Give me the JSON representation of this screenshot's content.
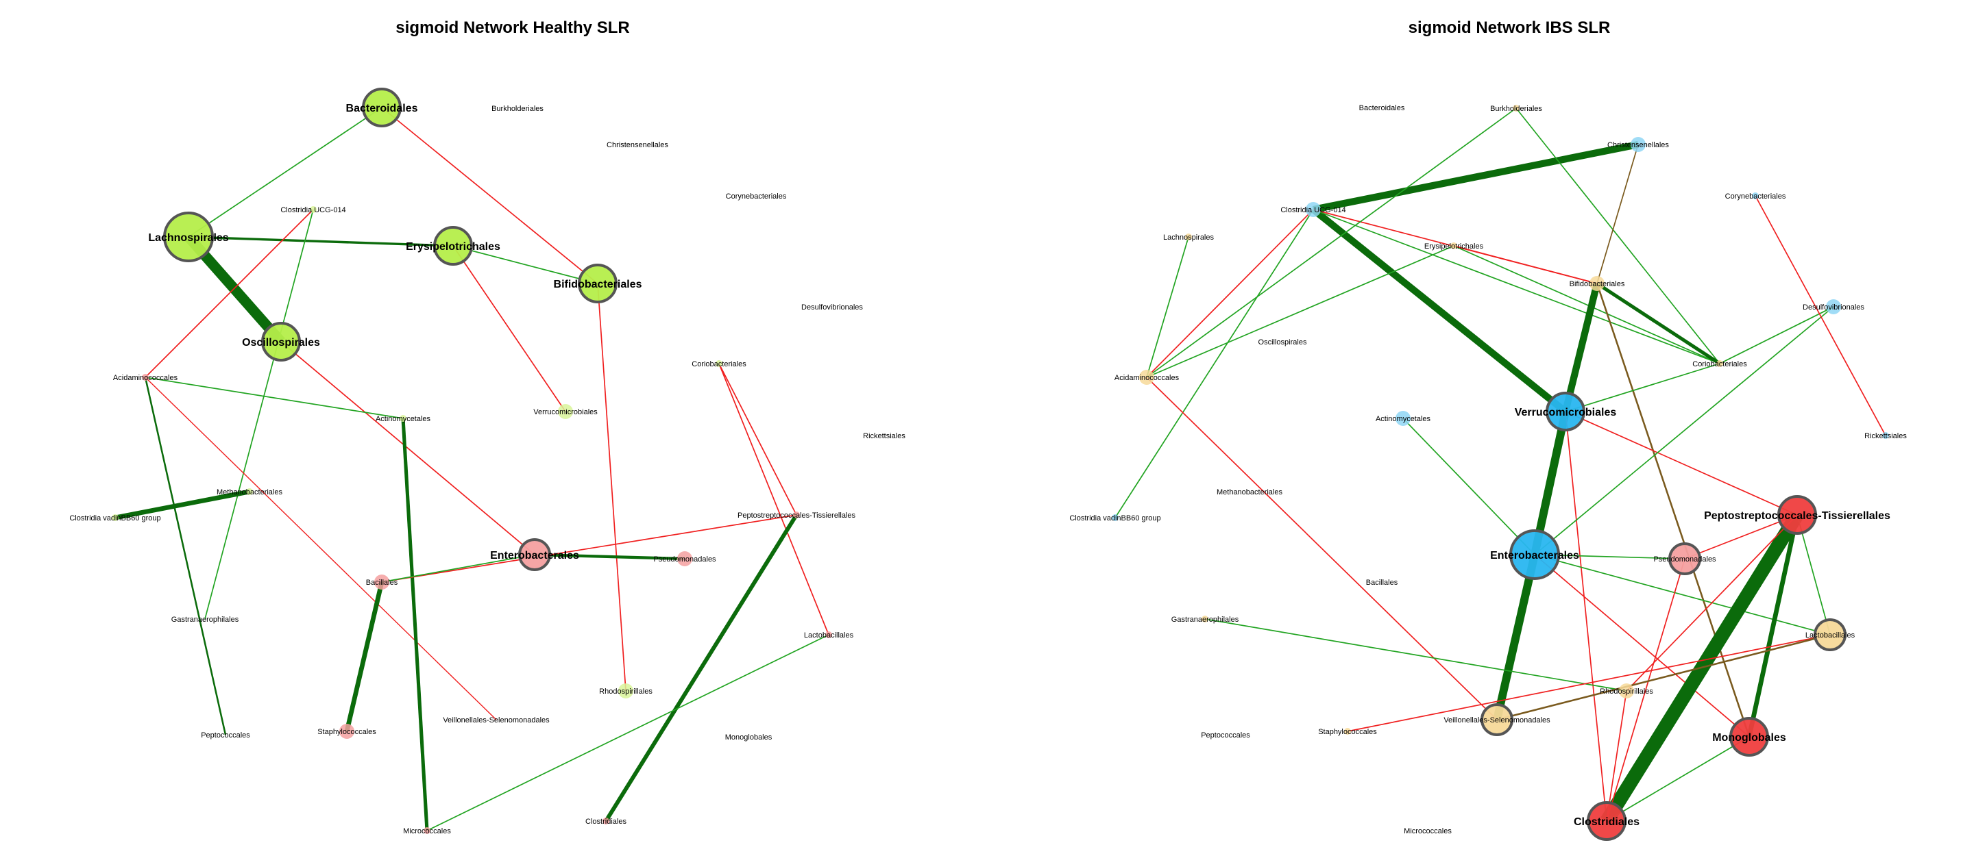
{
  "networks": [
    {
      "id": "healthy",
      "title": "sigmoid Network Healthy SLR",
      "nodes": [
        {
          "id": "Bacteroidales",
          "label": "Bacteroidales",
          "size": "big",
          "color": "#b5ee4a"
        },
        {
          "id": "Burkholderiales",
          "label": "Burkholderiales",
          "size": "none",
          "color": "#c8f07a"
        },
        {
          "id": "Christensenellales",
          "label": "Christensenellales",
          "size": "none",
          "color": "#c8f07a"
        },
        {
          "id": "ClostridiaUCG014",
          "label": "Clostridia UCG-014",
          "size": "tiny",
          "color": "#d9f59a"
        },
        {
          "id": "Corynebacteriales",
          "label": "Corynebacteriales",
          "size": "none",
          "color": "#f4a0a0"
        },
        {
          "id": "Lachnospirales",
          "label": "Lachnospirales",
          "size": "huge",
          "color": "#b5ee4a"
        },
        {
          "id": "Erysipelotrichales",
          "label": "Erysipelotrichales",
          "size": "big",
          "color": "#b5ee4a"
        },
        {
          "id": "Bifidobacteriales",
          "label": "Bifidobacteriales",
          "size": "big",
          "color": "#b5ee4a"
        },
        {
          "id": "Desulfovibrionales",
          "label": "Desulfovibrionales",
          "size": "none",
          "color": "#f4a0a0"
        },
        {
          "id": "Oscillospirales",
          "label": "Oscillospirales",
          "size": "big",
          "color": "#b5ee4a"
        },
        {
          "id": "Coriobacteriales",
          "label": "Coriobacteriales",
          "size": "tiny",
          "color": "#d9f59a"
        },
        {
          "id": "Acidaminococcales",
          "label": "Acidaminococcales",
          "size": "tiny",
          "color": "#f4a0a0"
        },
        {
          "id": "Actinomycetales",
          "label": "Actinomycetales",
          "size": "tiny",
          "color": "#d9f59a"
        },
        {
          "id": "Verrucomicrobiales",
          "label": "Verrucomicrobiales",
          "size": "small",
          "color": "#d9f59a"
        },
        {
          "id": "Rickettsiales",
          "label": "Rickettsiales",
          "size": "none",
          "color": "#f4a0a0"
        },
        {
          "id": "Methanobacteriales",
          "label": "Methanobacteriales",
          "size": "tiny",
          "color": "#d9f59a"
        },
        {
          "id": "ClostridiaVadin",
          "label": "Clostridia vadinBB60 group",
          "size": "tiny",
          "color": "#d9f59a"
        },
        {
          "id": "Peptostreptococcales",
          "label": "Peptostreptococcales-Tissierellales",
          "size": "tiny",
          "color": "#f4a0a0"
        },
        {
          "id": "Enterobacterales",
          "label": "Enterobacterales",
          "size": "medium",
          "color": "#f4a0a0"
        },
        {
          "id": "Pseudomonadales",
          "label": "Pseudomonadales",
          "size": "small",
          "color": "#f4a0a0"
        },
        {
          "id": "Bacillales",
          "label": "Bacillales",
          "size": "small",
          "color": "#f4a0a0"
        },
        {
          "id": "Gastranaerophilales",
          "label": "Gastranaerophilales",
          "size": "none",
          "color": "#d9f59a"
        },
        {
          "id": "Lactobacillales",
          "label": "Lactobacillales",
          "size": "tiny",
          "color": "#f4a0a0"
        },
        {
          "id": "Rhodospirillales",
          "label": "Rhodospirillales",
          "size": "small",
          "color": "#d9f59a"
        },
        {
          "id": "Peptococcales",
          "label": "Peptococcales",
          "size": "none",
          "color": "#d9f59a"
        },
        {
          "id": "Staphylococcales",
          "label": "Staphylococcales",
          "size": "small",
          "color": "#f4a0a0"
        },
        {
          "id": "VeillonellalesSelenomonadales",
          "label": "Veillonellales-Selenomonadales",
          "size": "none",
          "color": "#f4a0a0"
        },
        {
          "id": "Monoglobales",
          "label": "Monoglobales",
          "size": "none",
          "color": "#d9f59a"
        },
        {
          "id": "Micrococcales",
          "label": "Micrococcales",
          "size": "tiny",
          "color": "#f4a0a0"
        },
        {
          "id": "Clostridiales",
          "label": "Clostridiales",
          "size": "tiny",
          "color": "#f4a0a0"
        }
      ],
      "edges": [
        {
          "from": "Lachnospirales",
          "to": "Bacteroidales",
          "sign": "positive",
          "weight": 1
        },
        {
          "from": "Bacteroidales",
          "to": "Bifidobacteriales",
          "sign": "negative",
          "weight": 1
        },
        {
          "from": "Lachnospirales",
          "to": "Erysipelotrichales",
          "sign": "positive",
          "weight": 2
        },
        {
          "from": "Lachnospirales",
          "to": "Oscillospirales",
          "sign": "positive",
          "weight": 9
        },
        {
          "from": "Erysipelotrichales",
          "to": "Bifidobacteriales",
          "sign": "positive",
          "weight": 1
        },
        {
          "from": "Erysipelotrichales",
          "to": "Verrucomicrobiales",
          "sign": "negative",
          "weight": 1
        },
        {
          "from": "ClostridiaUCG014",
          "to": "Acidaminococcales",
          "sign": "negative",
          "weight": 1
        },
        {
          "from": "ClostridiaUCG014",
          "to": "Gastranaerophilales",
          "sign": "positive",
          "weight": 1
        },
        {
          "from": "Oscillospirales",
          "to": "Enterobacterales",
          "sign": "negative",
          "weight": 1
        },
        {
          "from": "Bifidobacteriales",
          "to": "Rhodospirillales",
          "sign": "negative",
          "weight": 1
        },
        {
          "from": "Acidaminococcales",
          "to": "Actinomycetales",
          "sign": "positive",
          "weight": 1
        },
        {
          "from": "Acidaminococcales",
          "to": "Peptococcales",
          "sign": "positive",
          "weight": 1.5
        },
        {
          "from": "Acidaminococcales",
          "to": "VeillonellalesSelenomonadales",
          "sign": "negative",
          "weight": 0.7
        },
        {
          "from": "Actinomycetales",
          "to": "Micrococcales",
          "sign": "positive",
          "weight": 3
        },
        {
          "from": "ClostridiaVadin",
          "to": "Methanobacteriales",
          "sign": "positive",
          "weight": 4
        },
        {
          "from": "Enterobacterales",
          "to": "Pseudomonadales",
          "sign": "positive",
          "weight": 2.5
        },
        {
          "from": "Bacillales",
          "to": "Peptostreptococcales",
          "sign": "negative",
          "weight": 1
        },
        {
          "from": "Bacillales",
          "to": "Enterobacterales",
          "sign": "positive",
          "weight": 1
        },
        {
          "from": "Bacillales",
          "to": "Staphylococcales",
          "sign": "positive",
          "weight": 4
        },
        {
          "from": "Coriobacteriales",
          "to": "Peptostreptococcales",
          "sign": "negative",
          "weight": 1
        },
        {
          "from": "Coriobacteriales",
          "to": "Lactobacillales",
          "sign": "negative",
          "weight": 1
        },
        {
          "from": "Peptostreptococcales",
          "to": "Clostridiales",
          "sign": "positive",
          "weight": 3.5
        },
        {
          "from": "Lactobacillales",
          "to": "Micrococcales",
          "sign": "positive",
          "weight": 1
        }
      ]
    },
    {
      "id": "ibs",
      "title": "sigmoid Network IBS SLR",
      "nodes": [
        {
          "id": "Bacteroidales",
          "label": "Bacteroidales",
          "size": "none",
          "color": "#8fd6f5"
        },
        {
          "id": "Burkholderiales",
          "label": "Burkholderiales",
          "size": "tiny",
          "color": "#f7d999"
        },
        {
          "id": "Christensenellales",
          "label": "Christensenellales",
          "size": "small",
          "color": "#8fd6f5"
        },
        {
          "id": "ClostridiaUCG014",
          "label": "Clostridia UCG-014",
          "size": "small",
          "color": "#8fd6f5"
        },
        {
          "id": "Corynebacteriales",
          "label": "Corynebacteriales",
          "size": "tiny",
          "color": "#8fd6f5"
        },
        {
          "id": "Lachnospirales",
          "label": "Lachnospirales",
          "size": "tiny",
          "color": "#f7d999"
        },
        {
          "id": "Erysipelotrichales",
          "label": "Erysipelotrichales",
          "size": "tiny",
          "color": "#f7d999"
        },
        {
          "id": "Bifidobacteriales",
          "label": "Bifidobacteriales",
          "size": "small",
          "color": "#f7d999"
        },
        {
          "id": "Desulfovibrionales",
          "label": "Desulfovibrionales",
          "size": "small",
          "color": "#8fd6f5"
        },
        {
          "id": "Oscillospirales",
          "label": "Oscillospirales",
          "size": "none",
          "color": "#8fd6f5"
        },
        {
          "id": "Coriobacteriales",
          "label": "Coriobacteriales",
          "size": "tiny",
          "color": "#f7d999"
        },
        {
          "id": "Acidaminococcales",
          "label": "Acidaminococcales",
          "size": "small",
          "color": "#f7d999"
        },
        {
          "id": "Actinomycetales",
          "label": "Actinomycetales",
          "size": "small",
          "color": "#8fd6f5"
        },
        {
          "id": "Verrucomicrobiales",
          "label": "Verrucomicrobiales",
          "size": "big",
          "color": "#29b6f0"
        },
        {
          "id": "Rickettsiales",
          "label": "Rickettsiales",
          "size": "tiny",
          "color": "#8fd6f5"
        },
        {
          "id": "Methanobacteriales",
          "label": "Methanobacteriales",
          "size": "none",
          "color": "#f4a0a0"
        },
        {
          "id": "ClostridiaVadin",
          "label": "Clostridia vadinBB60 group",
          "size": "tiny",
          "color": "#8fd6f5"
        },
        {
          "id": "Peptostreptococcales",
          "label": "Peptostreptococcales-Tissierellales",
          "size": "big",
          "color": "#ef3e3e"
        },
        {
          "id": "Enterobacterales",
          "label": "Enterobacterales",
          "size": "huge",
          "color": "#29b6f0"
        },
        {
          "id": "Pseudomonadales",
          "label": "Pseudomonadales",
          "size": "medium",
          "color": "#f4a0a0"
        },
        {
          "id": "Bacillales",
          "label": "Bacillales",
          "size": "none",
          "color": "#f4a0a0"
        },
        {
          "id": "Gastranaerophilales",
          "label": "Gastranaerophilales",
          "size": "tiny",
          "color": "#f7d999"
        },
        {
          "id": "Lactobacillales",
          "label": "Lactobacillales",
          "size": "medium",
          "color": "#f7d999"
        },
        {
          "id": "Rhodospirillales",
          "label": "Rhodospirillales",
          "size": "small",
          "color": "#f7d999"
        },
        {
          "id": "Peptococcales",
          "label": "Peptococcales",
          "size": "none",
          "color": "#f7d999"
        },
        {
          "id": "Staphylococcales",
          "label": "Staphylococcales",
          "size": "tiny",
          "color": "#f7d999"
        },
        {
          "id": "VeillonellalesSelenomonadales",
          "label": "Veillonellales-Selenomonadales",
          "size": "medium",
          "color": "#f7d999"
        },
        {
          "id": "Monoglobales",
          "label": "Monoglobales",
          "size": "big",
          "color": "#ef3e3e"
        },
        {
          "id": "Micrococcales",
          "label": "Micrococcales",
          "size": "none",
          "color": "#f4a0a0"
        },
        {
          "id": "Clostridiales",
          "label": "Clostridiales",
          "size": "big",
          "color": "#ef3e3e"
        }
      ],
      "edges": [
        {
          "from": "ClostridiaUCG014",
          "to": "Christensenellales",
          "sign": "positive",
          "weight": 6
        },
        {
          "from": "ClostridiaUCG014",
          "to": "Verrucomicrobiales",
          "sign": "positive",
          "weight": 6
        },
        {
          "from": "ClostridiaUCG014",
          "to": "Acidaminococcales",
          "sign": "negative",
          "weight": 1
        },
        {
          "from": "ClostridiaUCG014",
          "to": "ClostridiaVadin",
          "sign": "positive",
          "weight": 1
        },
        {
          "from": "ClostridiaUCG014",
          "to": "Coriobacteriales",
          "sign": "positive",
          "weight": 1
        },
        {
          "from": "ClostridiaUCG014",
          "to": "Bifidobacteriales",
          "sign": "negative",
          "weight": 1
        },
        {
          "from": "Burkholderiales",
          "to": "Acidaminococcales",
          "sign": "positive",
          "weight": 1
        },
        {
          "from": "Burkholderiales",
          "to": "Coriobacteriales",
          "sign": "positive",
          "weight": 1
        },
        {
          "from": "Christensenellales",
          "to": "Bifidobacteriales",
          "sign": "mixed",
          "weight": 1
        },
        {
          "from": "Lachnospirales",
          "to": "Acidaminococcales",
          "sign": "positive",
          "weight": 1
        },
        {
          "from": "Erysipelotrichales",
          "to": "Acidaminococcales",
          "sign": "positive",
          "weight": 1
        },
        {
          "from": "Erysipelotrichales",
          "to": "Coriobacteriales",
          "sign": "positive",
          "weight": 1
        },
        {
          "from": "Erysipelotrichales",
          "to": "Bifidobacteriales",
          "sign": "negative",
          "weight": 1
        },
        {
          "from": "Bifidobacteriales",
          "to": "Coriobacteriales",
          "sign": "positive",
          "weight": 3
        },
        {
          "from": "Bifidobacteriales",
          "to": "Verrucomicrobiales",
          "sign": "positive",
          "weight": 6
        },
        {
          "from": "Bifidobacteriales",
          "to": "Monoglobales",
          "sign": "mixed",
          "weight": 1.5
        },
        {
          "from": "Verrucomicrobiales",
          "to": "Enterobacterales",
          "sign": "positive",
          "weight": 7
        },
        {
          "from": "Verrucomicrobiales",
          "to": "Coriobacteriales",
          "sign": "positive",
          "weight": 1
        },
        {
          "from": "Verrucomicrobiales",
          "to": "Peptostreptococcales",
          "sign": "negative",
          "weight": 1
        },
        {
          "from": "Verrucomicrobiales",
          "to": "Clostridiales",
          "sign": "negative",
          "weight": 1
        },
        {
          "from": "Enterobacterales",
          "to": "VeillonellalesSelenomonadales",
          "sign": "positive",
          "weight": 7
        },
        {
          "from": "Enterobacterales",
          "to": "Desulfovibrionales",
          "sign": "positive",
          "weight": 1
        },
        {
          "from": "Enterobacterales",
          "to": "Pseudomonadales",
          "sign": "positive",
          "weight": 1
        },
        {
          "from": "Enterobacterales",
          "to": "Lactobacillales",
          "sign": "positive",
          "weight": 1
        },
        {
          "from": "Enterobacterales",
          "to": "Monoglobales",
          "sign": "negative",
          "weight": 1
        },
        {
          "from": "Actinomycetales",
          "to": "Enterobacterales",
          "sign": "positive",
          "weight": 1
        },
        {
          "from": "Desulfovibrionales",
          "to": "Coriobacteriales",
          "sign": "positive",
          "weight": 1
        },
        {
          "from": "Corynebacteriales",
          "to": "Rickettsiales",
          "sign": "negative",
          "weight": 1
        },
        {
          "from": "Acidaminococcales",
          "to": "VeillonellalesSelenomonadales",
          "sign": "negative",
          "weight": 1
        },
        {
          "from": "Peptostreptococcales",
          "to": "Clostridiales",
          "sign": "positive",
          "weight": 12
        },
        {
          "from": "Peptostreptococcales",
          "to": "Monoglobales",
          "sign": "positive",
          "weight": 4
        },
        {
          "from": "Peptostreptococcales",
          "to": "Lactobacillales",
          "sign": "positive",
          "weight": 1
        },
        {
          "from": "Peptostreptococcales",
          "to": "Rhodospirillales",
          "sign": "negative",
          "weight": 1
        },
        {
          "from": "Peptostreptococcales",
          "to": "Pseudomonadales",
          "sign": "negative",
          "weight": 1
        },
        {
          "from": "Pseudomonadales",
          "to": "Clostridiales",
          "sign": "negative",
          "weight": 1
        },
        {
          "from": "Gastranaerophilales",
          "to": "Rhodospirillales",
          "sign": "positive",
          "weight": 1
        },
        {
          "from": "Staphylococcales",
          "to": "Lactobacillales",
          "sign": "negative",
          "weight": 1
        },
        {
          "from": "VeillonellalesSelenomonadales",
          "to": "Lactobacillales",
          "sign": "mixed",
          "weight": 1.5
        },
        {
          "from": "Rhodospirillales",
          "to": "Clostridiales",
          "sign": "negative",
          "weight": 1
        },
        {
          "from": "Monoglobales",
          "to": "Clostridiales",
          "sign": "positive",
          "weight": 1
        }
      ]
    }
  ],
  "colors": {
    "positive_edge": "#22a422",
    "positive_edge_strong": "#0b6b0b",
    "negative_edge": "#f02020",
    "node_outline": "#555555"
  }
}
